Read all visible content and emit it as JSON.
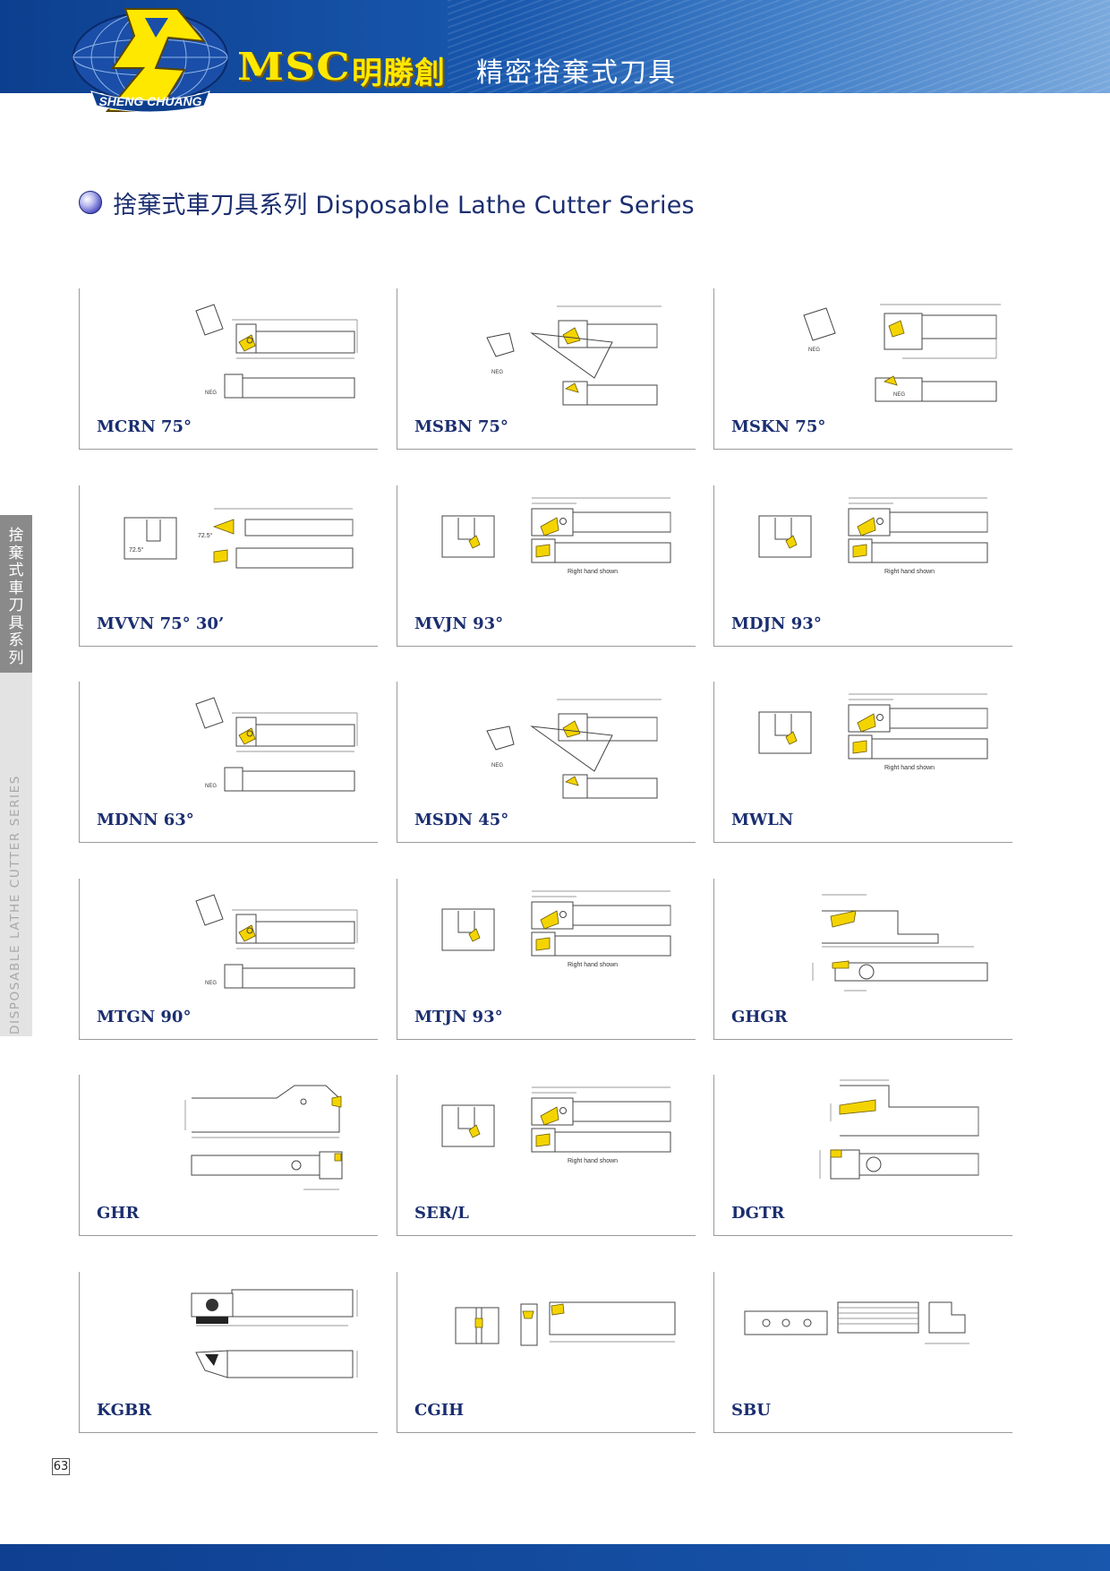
{
  "header": {
    "logo_text": "SHENG CHUANG",
    "brand_latin": "MSC",
    "brand_cn": "明勝創",
    "subtitle": "精密捨棄式刀具"
  },
  "section": {
    "title": "捨棄式車刀具系列 Disposable Lathe Cutter Series"
  },
  "side_tab": {
    "chinese": "捨\n棄\n式\n車\n刀\n具\n系\n列",
    "english": "DISPOSABLE LATHE CUTTER SERIES"
  },
  "tools": [
    {
      "label": "MCRN 75°",
      "variant": 0
    },
    {
      "label": "MSBN 75°",
      "variant": 1
    },
    {
      "label": "MSKN 75°",
      "variant": 2
    },
    {
      "label": "MVVN 75° 30’",
      "variant": 3
    },
    {
      "label": "MVJN 93°",
      "variant": 4
    },
    {
      "label": "MDJN 93°",
      "variant": 4
    },
    {
      "label": "MDNN 63°",
      "variant": 0
    },
    {
      "label": "MSDN 45°",
      "variant": 1
    },
    {
      "label": "MWLN",
      "variant": 4
    },
    {
      "label": "MTGN 90°",
      "variant": 0
    },
    {
      "label": "MTJN 93°",
      "variant": 4
    },
    {
      "label": "GHGR",
      "variant": 5
    },
    {
      "label": "GHR",
      "variant": 6
    },
    {
      "label": "SER/L",
      "variant": 4
    },
    {
      "label": "DGTR",
      "variant": 7
    },
    {
      "label": "KGBR",
      "variant": 8
    },
    {
      "label": "CGIH",
      "variant": 9
    },
    {
      "label": "SBU",
      "variant": 10
    }
  ],
  "diagram_notes": {
    "right_hand_shown": "Right hand shown",
    "neg": "NEG"
  },
  "page_number": "63",
  "colors": {
    "header_blue": "#1857ad",
    "brand_yellow": "#ffe800",
    "title_navy": "#1b2e70",
    "insert_yellow": "#f4d400"
  }
}
